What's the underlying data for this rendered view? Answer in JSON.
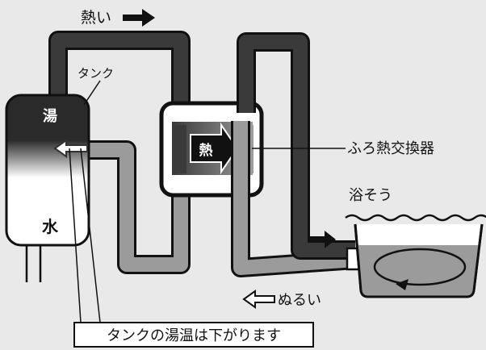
{
  "labels": {
    "hot": "熱い",
    "tank": "タンク",
    "hot_water": "湯",
    "water": "水",
    "heat": "熱",
    "heat_exchanger": "ふろ熱交換器",
    "bathtub": "浴そう",
    "lukewarm": "ぬるい",
    "caption": "タンクの湯温は下がります"
  },
  "colors": {
    "background": "#e9e9e9",
    "hot_pipe": "#3a3a3a",
    "cool_pipe": "#9b9b9b",
    "bath_water": "#9b9b9b",
    "outline": "#111111"
  },
  "icons": [
    "arrow-right-icon",
    "arrow-left-icon",
    "water-wave-icon",
    "circulation-arrow-icon"
  ]
}
